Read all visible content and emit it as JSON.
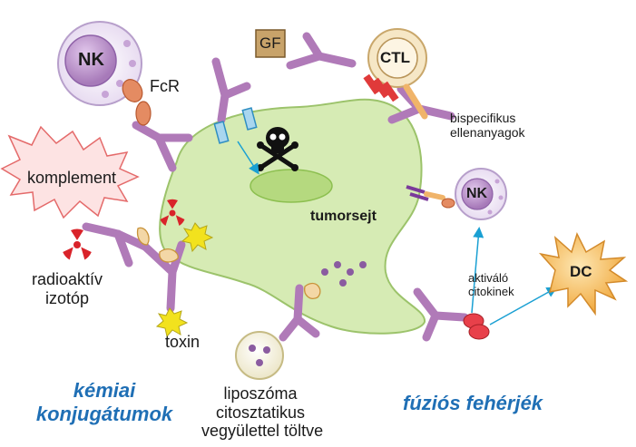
{
  "cells": {
    "nk_top": "NK",
    "nk_right": "NK",
    "ctl": "CTL",
    "dc": "DC",
    "tumor": "tumorsejt",
    "gf": "GF",
    "komplement": "komplement"
  },
  "labels": {
    "fcr": "FcR",
    "bispec_line1": "bispecifikus",
    "bispec_line2": "ellenanyagok",
    "radio_line1": "radioaktív",
    "radio_line2": "izotóp",
    "toxin": "toxin",
    "lipo_line1": "liposzóma",
    "lipo_line2": "citosztatikus",
    "lipo_line3": "vegyülettel töltve",
    "cyto_line1": "aktiváló",
    "cyto_line2": "citokinek"
  },
  "categories": {
    "chem_line1": "kémiai",
    "chem_line2": "konjugátumok",
    "fusion": "fúziós fehérjék"
  },
  "colors": {
    "antibody": "#b07ab8",
    "tumor_fill": "#d6ebb4",
    "tumor_stroke": "#9cc36b",
    "nucleus": "#a9cf73",
    "nk_nucleus": "#b98cc9",
    "ctl_fill": "#f6e7c6",
    "dc_fill": "#f7c46a",
    "gf_box": "#c8a36a",
    "fcr": "#e48b62",
    "radiation": "#d9232a",
    "toxin": "#f2e21e",
    "arrow": "#1aa0d3",
    "category_text": "#1f6fb5"
  },
  "icons": [
    "skull-crossbones-icon",
    "radiation-icon",
    "explosion-icon",
    "arrow-icon"
  ]
}
